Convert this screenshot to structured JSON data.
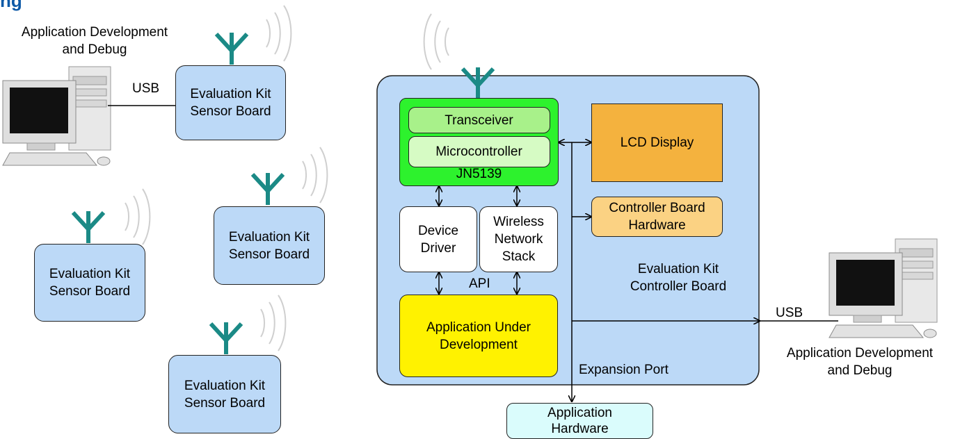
{
  "heading": "ng",
  "left": {
    "pc_label_top": [
      "Application Development",
      "and Debug"
    ],
    "usb_label": "USB",
    "sensor_boards": [
      [
        "Evaluation Kit",
        "Sensor Board"
      ],
      [
        "Evaluation Kit",
        "Sensor Board"
      ],
      [
        "Evaluation Kit",
        "Sensor Board"
      ],
      [
        "Evaluation Kit",
        "Sensor Board"
      ]
    ]
  },
  "controller": {
    "transceiver": "Transceiver",
    "microcontroller": "Microcontroller",
    "chip_label": "JN5139",
    "lcd": "LCD Display",
    "controller_hw": [
      "Controller Board",
      "Hardware"
    ],
    "device_driver": [
      "Device",
      "Driver"
    ],
    "network_stack": [
      "Wireless",
      "Network",
      "Stack"
    ],
    "api_label": "API",
    "app_dev": [
      "Application Under",
      "Development"
    ],
    "board_label": [
      "Evaluation Kit",
      "Controller Board"
    ],
    "expansion_port": "Expansion Port",
    "app_hw": [
      "Application",
      "Hardware"
    ]
  },
  "right": {
    "usb_label": "USB",
    "pc_label": [
      "Application Development",
      "and Debug"
    ]
  },
  "colors": {
    "board_blue": "#bcd9f7",
    "antenna": "#1b8a86",
    "jn5139_green": "#2df22d",
    "inner_green": "#a8f18a",
    "inner_green_light": "#d6fbc4",
    "lcd_orange": "#f4b23e",
    "hw_orange": "#fbd283",
    "app_yellow": "#fff200",
    "app_hw_cyan": "#dafcfc"
  }
}
